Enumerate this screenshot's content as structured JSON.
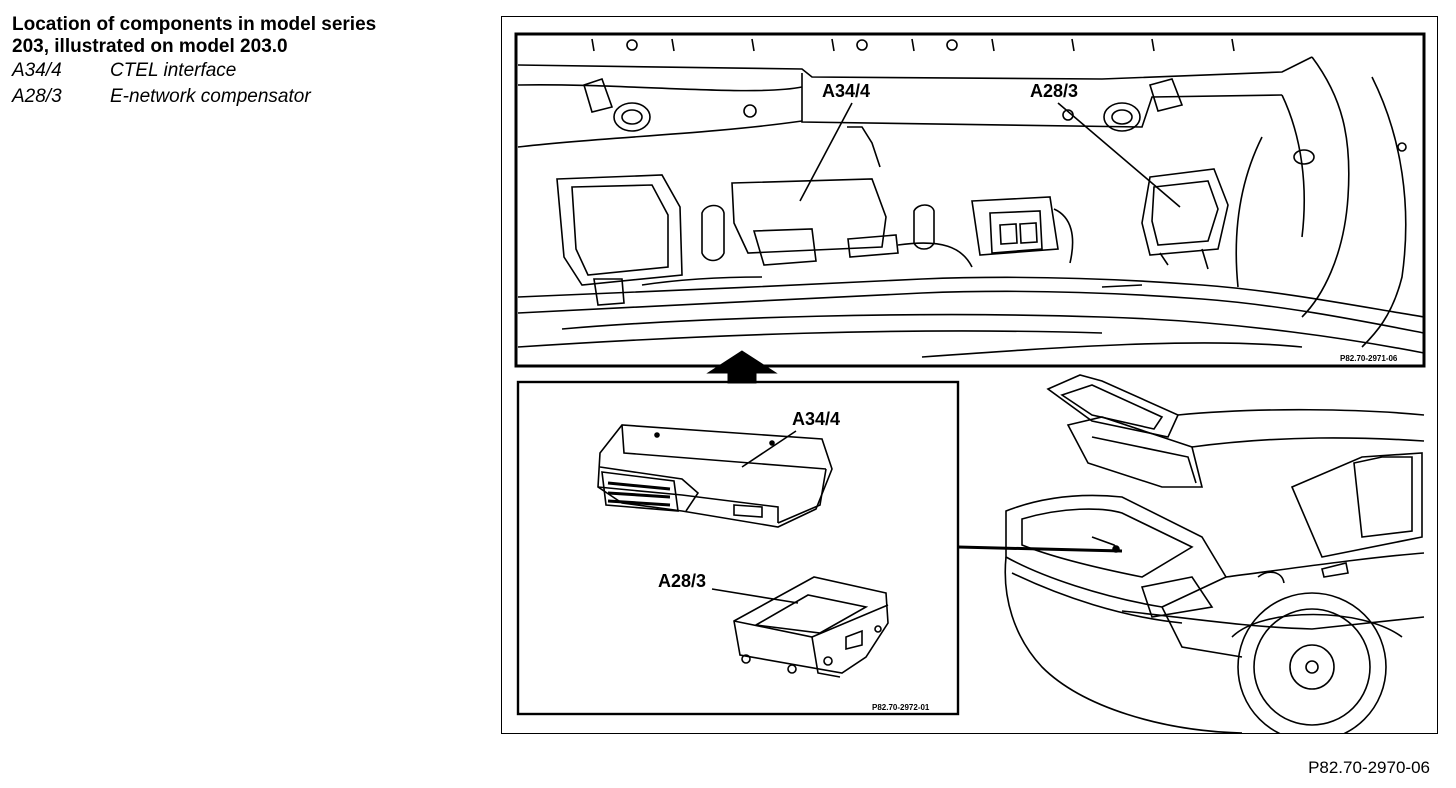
{
  "legend": {
    "title_line1": "Location of components in model series",
    "title_line2": "203, illustrated on model 203.0",
    "items": [
      {
        "code": "A34/4",
        "description": "CTEL interface"
      },
      {
        "code": "A28/3",
        "description": "E-network compensator"
      }
    ]
  },
  "figure": {
    "top_panel": {
      "callouts": [
        "A34/4",
        "A28/3"
      ],
      "ref": "P82.70-2971-06"
    },
    "bottom_panel": {
      "callouts": [
        "A34/4",
        "A28/3"
      ],
      "ref": "P82.70-2972-01"
    }
  },
  "figure_reference": "P82.70-2970-06"
}
